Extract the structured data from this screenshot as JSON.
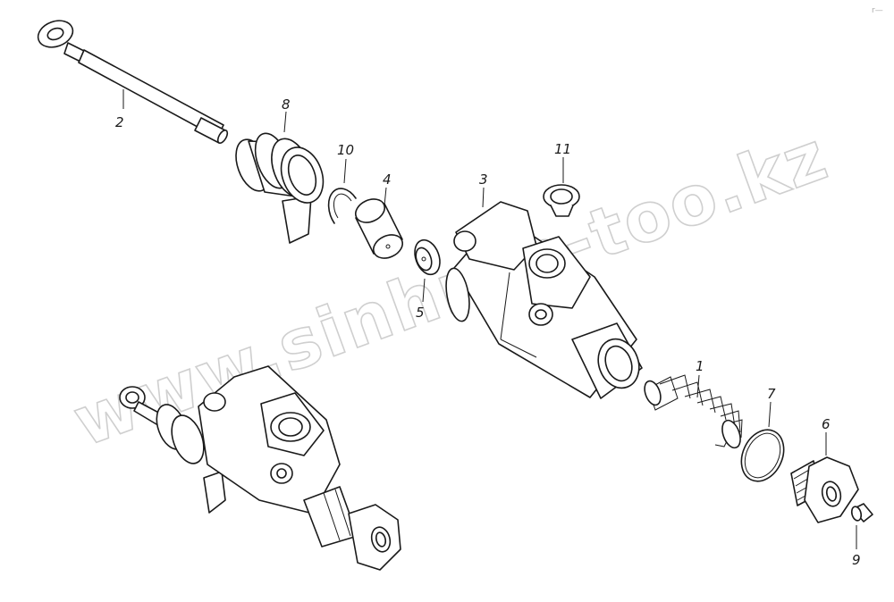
{
  "watermark": "www.sinhron-too.kz",
  "corner_mark": "r—",
  "callouts": [
    {
      "id": "c1",
      "label": "1"
    },
    {
      "id": "c2",
      "label": "2"
    },
    {
      "id": "c3",
      "label": "3"
    },
    {
      "id": "c4",
      "label": "4"
    },
    {
      "id": "c5",
      "label": "5"
    },
    {
      "id": "c6",
      "label": "6"
    },
    {
      "id": "c7",
      "label": "7"
    },
    {
      "id": "c8",
      "label": "8"
    },
    {
      "id": "c9",
      "label": "9"
    },
    {
      "id": "c10",
      "label": "10"
    },
    {
      "id": "c11",
      "label": "11"
    }
  ]
}
